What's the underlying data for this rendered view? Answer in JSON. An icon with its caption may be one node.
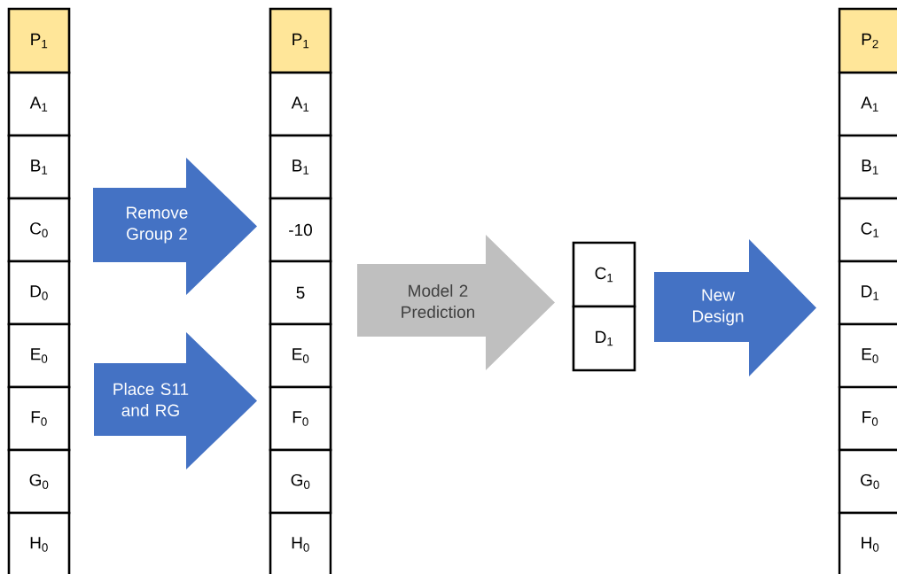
{
  "diagram": {
    "nodes": [
      {
        "text": [
          "P$_{1}$"
        ]
      },
      {
        "text": [
          "A$_{1}$"
        ]
      },
      {
        "text": [
          "B$_{1}$"
        ]
      },
      {
        "text": [
          "C$_{0}$"
        ]
      },
      {
        "text": [
          "D$_{0}$"
        ]
      },
      {
        "text": [
          "E$_{0}$"
        ]
      },
      {
        "text": [
          "F$_{0}$"
        ]
      },
      {
        "text": [
          "G$_{0}$"
        ]
      },
      {
        "text": [
          "H$_{0}$"
        ]
      },
      {
        "text": [
          "Remove Group 2"
        ]
      },
      {
        "text": [
          "Place S11 and RG"
        ]
      },
      {
        "text": [
          "P$_{1}$"
        ]
      },
      {
        "text": [
          "A$_{1}$"
        ]
      },
      {
        "text": [
          "B$_{1}$"
        ]
      },
      {
        "text": [
          "-10"
        ]
      },
      {
        "text": [
          "5"
        ]
      },
      {
        "text": [
          "E$_{0}$"
        ]
      },
      {
        "text": [
          "F$_{0}$"
        ]
      },
      {
        "text": [
          "G$_{0}$"
        ]
      },
      {
        "text": [
          "H$_{0}$"
        ]
      },
      {
        "text": [
          "Model 2 Prediction"
        ]
      },
      {
        "text": [
          "C$_{1}$"
        ]
      },
      {
        "text": [
          "D$_{1}$"
        ]
      },
      {
        "text": [
          "New Design"
        ]
      },
      {
        "text": [
          "P$_{2}$"
        ]
      },
      {
        "text": [
          "A$_{1}$"
        ]
      },
      {
        "text": [
          "B$_{1}$"
        ]
      },
      {
        "text": [
          "C$_{1}$"
        ]
      },
      {
        "text": [
          "D$_{1}$"
        ]
      },
      {
        "text": [
          "E$_{0}$"
        ]
      },
      {
        "text": [
          "F$_{0}$"
        ]
      },
      {
        "text": [
          "G$_{0}$"
        ]
      },
      {
        "text": [
          "H$_{0}$"
        ]
      }
    ]
  }
}
